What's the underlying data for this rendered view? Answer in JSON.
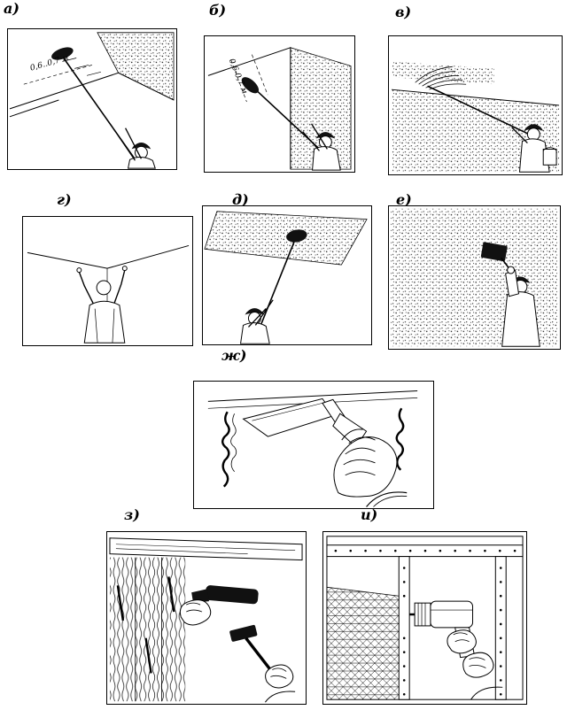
{
  "page": {
    "background": "#ffffff",
    "ink": "#000000"
  },
  "panels": [
    {
      "id": "a",
      "label": "а)",
      "annotation": "0,6..0,7 м"
    },
    {
      "id": "b",
      "label": "б)",
      "annotation": "0,6-0,7 м"
    },
    {
      "id": "v",
      "label": "в)"
    },
    {
      "id": "g",
      "label": "г)"
    },
    {
      "id": "d",
      "label": "д)"
    },
    {
      "id": "e",
      "label": "е)"
    },
    {
      "id": "zh",
      "label": "ж)"
    },
    {
      "id": "z",
      "label": "з)"
    },
    {
      "id": "i",
      "label": "и)"
    }
  ]
}
